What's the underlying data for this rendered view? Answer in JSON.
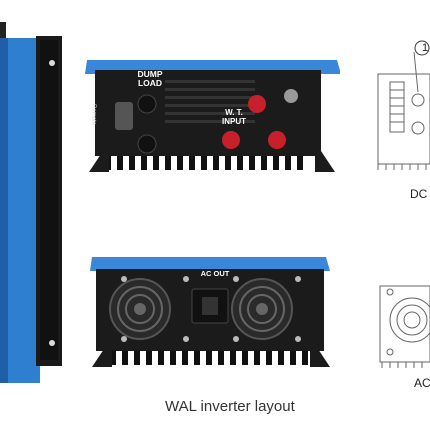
{
  "caption": "WAL inverter layout",
  "top_view": {
    "dump_load_label": "DUMP\nLOAD",
    "wt_input_label": "W. T.\nINPUT",
    "remote_label": "Remote"
  },
  "bottom_view": {
    "ac_out_label": "AC OUT"
  },
  "diagram": {
    "marker_number": "1",
    "dc_label": "DC",
    "ac_label": "AC"
  },
  "colors": {
    "body_blue": "#2f7fd0",
    "panel_black": "#1b1b1b",
    "terminal_red": "#c8202a"
  }
}
